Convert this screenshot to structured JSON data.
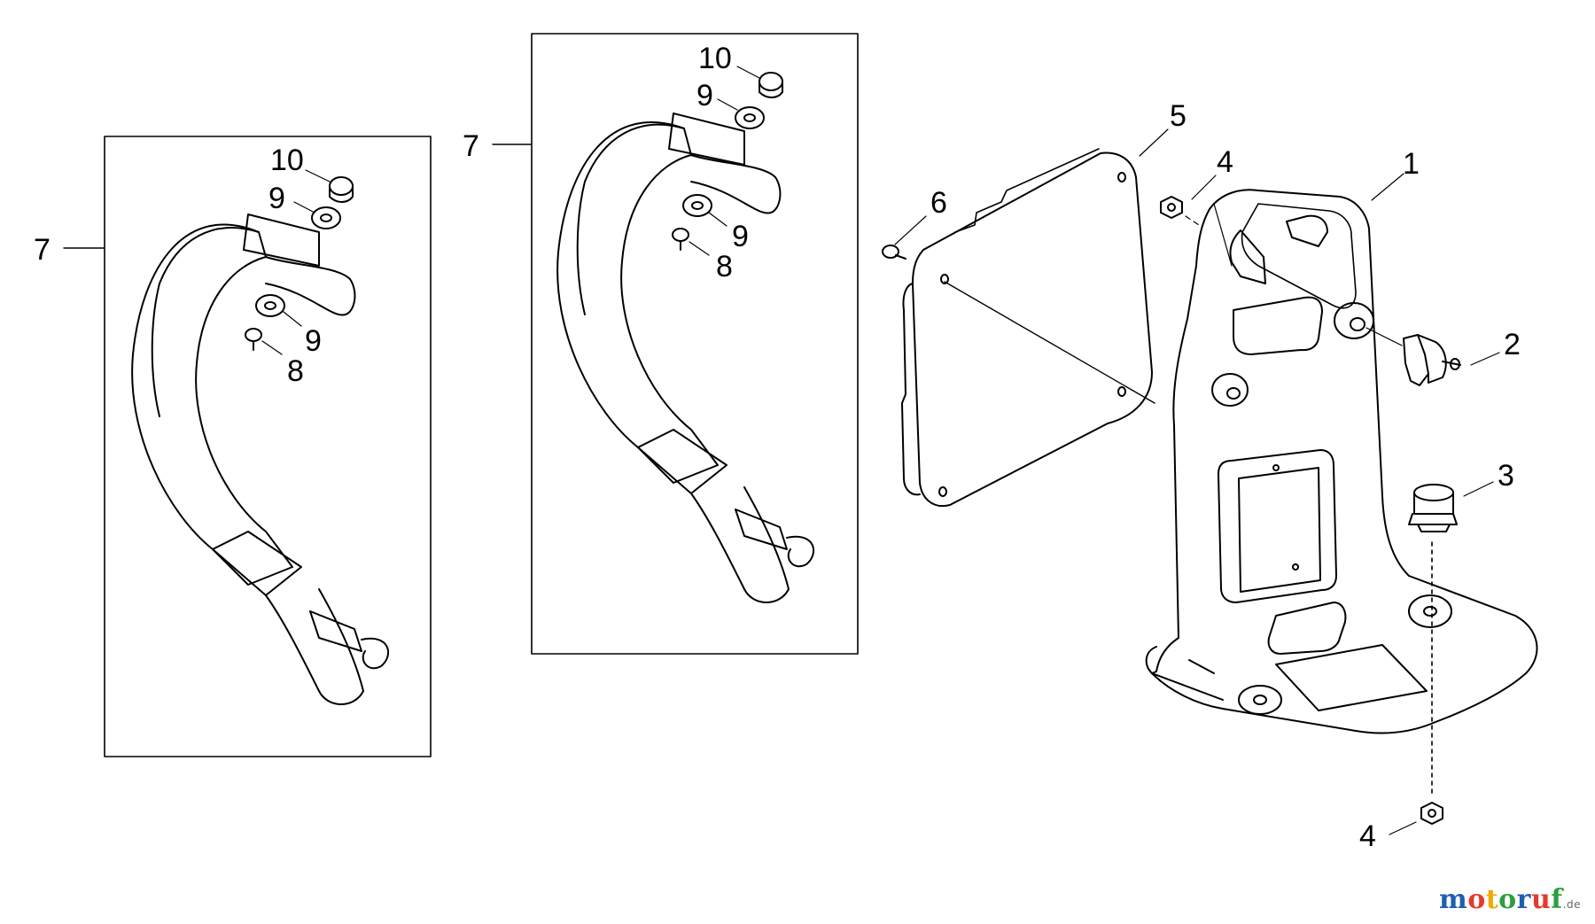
{
  "diagram": {
    "callouts": {
      "left_strap": {
        "assembly": "7",
        "nut": "10",
        "washer_top": "9",
        "washer_bottom": "9",
        "bolt": "8"
      },
      "middle_strap": {
        "assembly": "7",
        "nut": "10",
        "washer_top": "9",
        "washer_bottom": "9",
        "bolt": "8"
      },
      "frame": "1",
      "bolt_right": "2",
      "rubber_mount": "3",
      "nut_upper": "4",
      "nut_lower": "4",
      "back_pad": "5",
      "screw": "6"
    }
  },
  "watermark": {
    "letters": [
      "m",
      "o",
      "t",
      "o",
      "r",
      "u",
      "f"
    ],
    "colors": [
      "#1f5fae",
      "#e63a2e",
      "#f2a900",
      "#2e9e3e",
      "#1f5fae",
      "#e63a2e",
      "#2e9e3e"
    ],
    "suffix": ".de"
  }
}
